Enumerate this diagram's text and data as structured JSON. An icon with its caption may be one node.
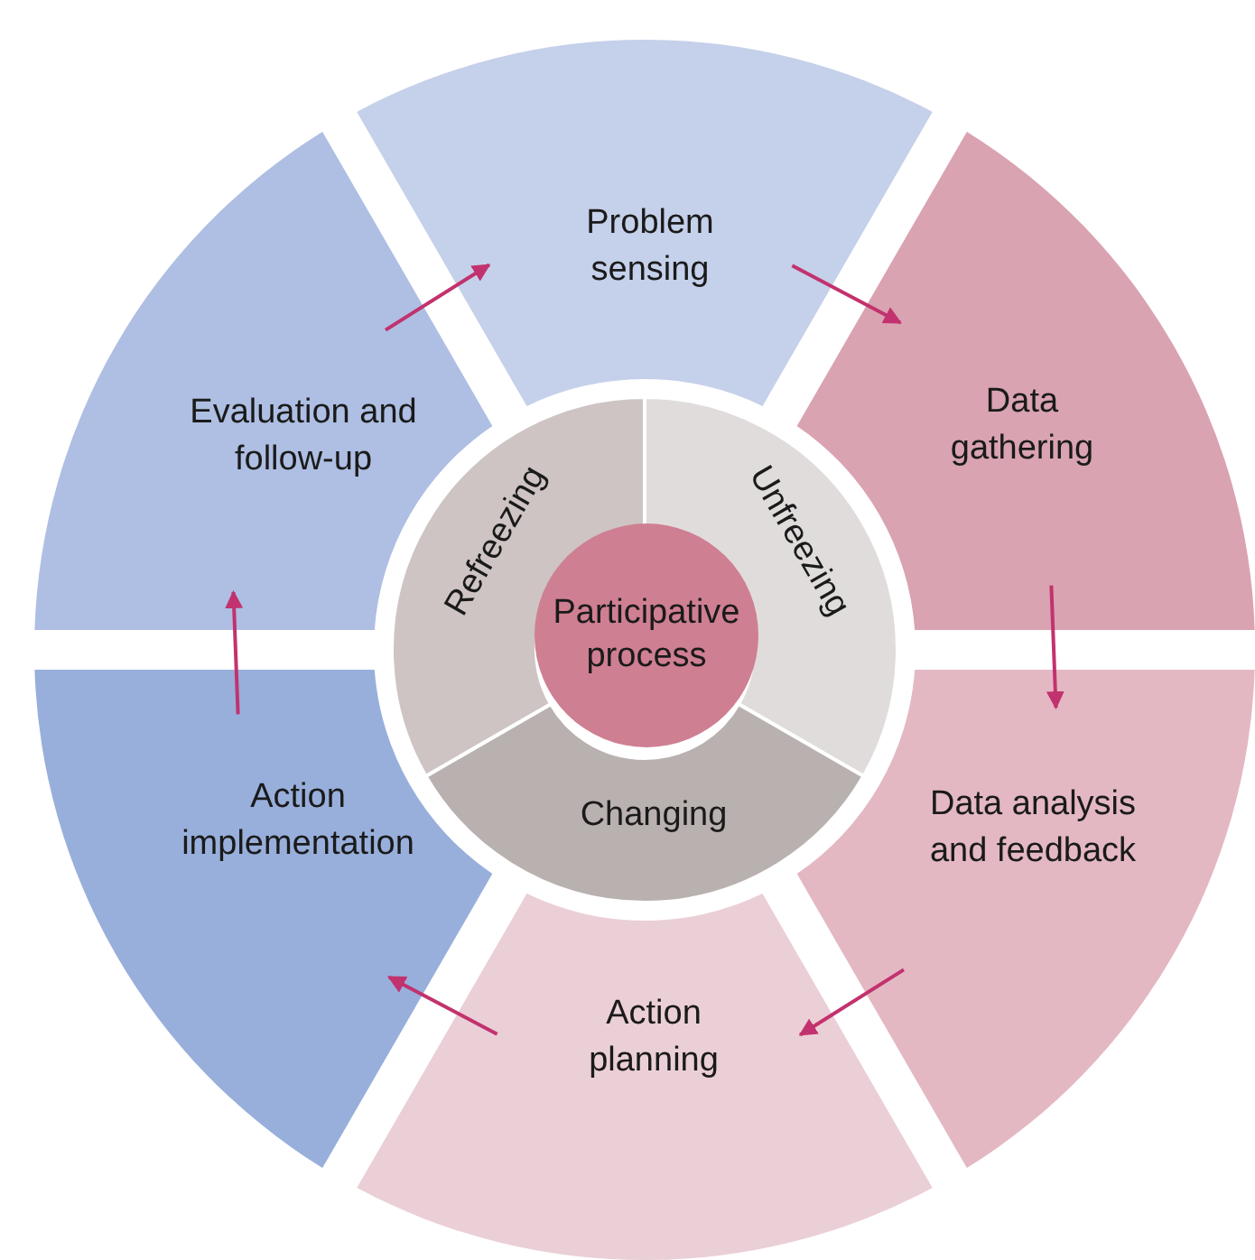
{
  "diagram": {
    "nodes": [
      {
        "text": [
          "Participative process"
        ]
      },
      {
        "text": [
          "Unfreezing"
        ]
      },
      {
        "text": [
          "Changing"
        ]
      },
      {
        "text": [
          "Refreezing"
        ]
      },
      {
        "text": [
          "Problem sensing"
        ]
      },
      {
        "text": [
          "Data gathering"
        ]
      },
      {
        "text": [
          "Data analysis and feedback"
        ]
      },
      {
        "text": [
          "Action planning"
        ]
      },
      {
        "text": [
          "Action implementation"
        ]
      },
      {
        "text": [
          "Evaluation and follow-up"
        ]
      }
    ],
    "edges": [
      {
        "from": 4,
        "to": 5,
        "arrow": "to"
      },
      {
        "from": 5,
        "to": 6,
        "arrow": "to"
      },
      {
        "from": 6,
        "to": 7,
        "arrow": "to"
      },
      {
        "from": 7,
        "to": 8,
        "arrow": "to"
      },
      {
        "from": 8,
        "to": 9,
        "arrow": "to"
      },
      {
        "from": 9,
        "to": 4,
        "arrow": "to"
      }
    ]
  }
}
